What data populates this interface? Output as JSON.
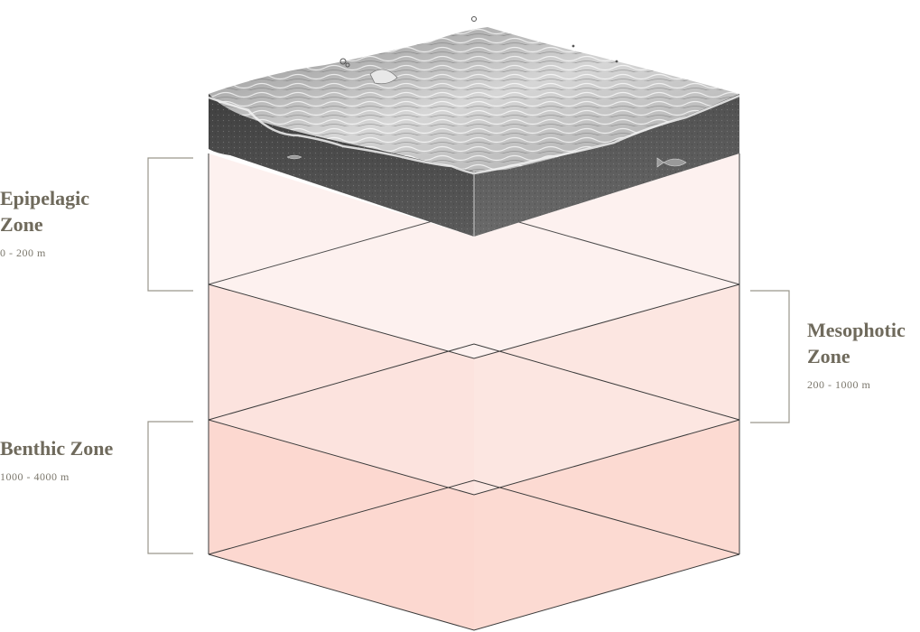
{
  "zones": [
    {
      "id": "epipelagic",
      "title": "Epipelagic Zone",
      "range": "0 - 200 m",
      "side": "left",
      "fill": "#fdf1ef"
    },
    {
      "id": "mesophotic",
      "title": "Mesophotic Zone",
      "range": "200 - 1000 m",
      "side": "right",
      "fill": "#fce3de"
    },
    {
      "id": "benthic",
      "title": "Benthic Zone",
      "range": "1000 - 4000 m",
      "side": "left",
      "fill": "#fcd8d0"
    }
  ],
  "colors": {
    "label_text": "#6f6a5c",
    "bracket": "#9a968c",
    "outline": "#3b3b3b",
    "water_top": "#cfcfcf",
    "water_side_dark": "#474747",
    "water_side_right": "#5a5a5a"
  },
  "illustration": {
    "name": "ocean-water-block-illustration"
  }
}
